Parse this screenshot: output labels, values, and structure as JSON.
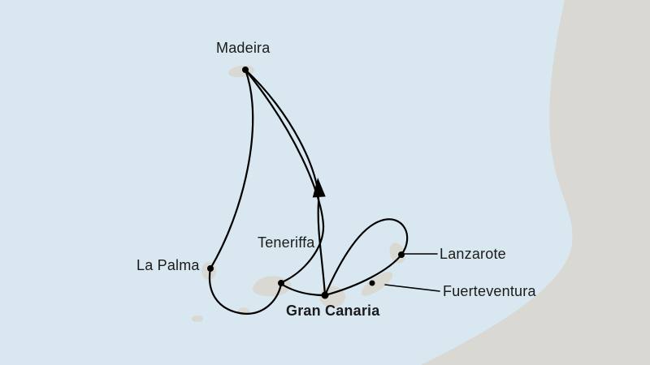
{
  "map": {
    "ports": [
      {
        "id": "madeira",
        "label": "Madeira"
      },
      {
        "id": "la-palma",
        "label": "La Palma"
      },
      {
        "id": "teneriffa",
        "label": "Teneriffa"
      },
      {
        "id": "gran-canaria",
        "label": "Gran Canaria",
        "emphasis": "bold"
      },
      {
        "id": "fuerteventura",
        "label": "Fuerteventura"
      },
      {
        "id": "lanzarote",
        "label": "Lanzarote"
      }
    ],
    "route": {
      "start_end_port": "Gran Canaria",
      "direction_arrow": "up-toward-madeira",
      "legs": [
        "Gran Canaria → Madeira",
        "Madeira → La Palma",
        "La Palma → Teneriffa",
        "Teneriffa → Gran Canaria",
        "Gran Canaria → Lanzarote",
        "Lanzarote → Gran Canaria"
      ]
    },
    "colors": {
      "sea": "#d9e7f0",
      "land": "#d9d8d2",
      "route": "#000000",
      "label": "#1b1b1b"
    }
  }
}
